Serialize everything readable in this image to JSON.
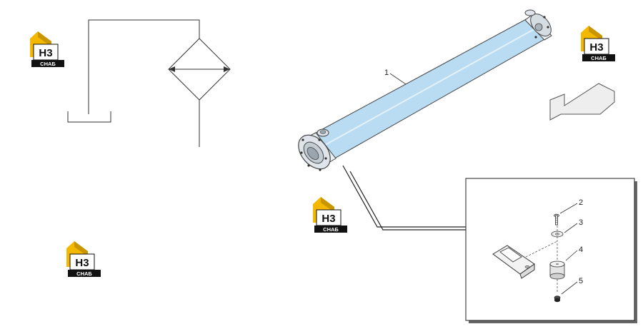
{
  "logo": {
    "top": "Н3",
    "bottom": "СНАБ",
    "house_color": "#f5b800",
    "plate_color": "#111111"
  },
  "parts": {
    "p1": {
      "number": "1"
    },
    "p2": {
      "number": "2"
    },
    "p3": {
      "number": "3"
    },
    "p4": {
      "number": "4"
    },
    "p5": {
      "number": "5"
    }
  },
  "colors": {
    "tube_fill": "#b9dcf2",
    "line": "#222222",
    "arrow_fill": "#eeeeee"
  },
  "icons": [
    "cooler-symbol-icon",
    "flow-direction-arrow-icon"
  ]
}
